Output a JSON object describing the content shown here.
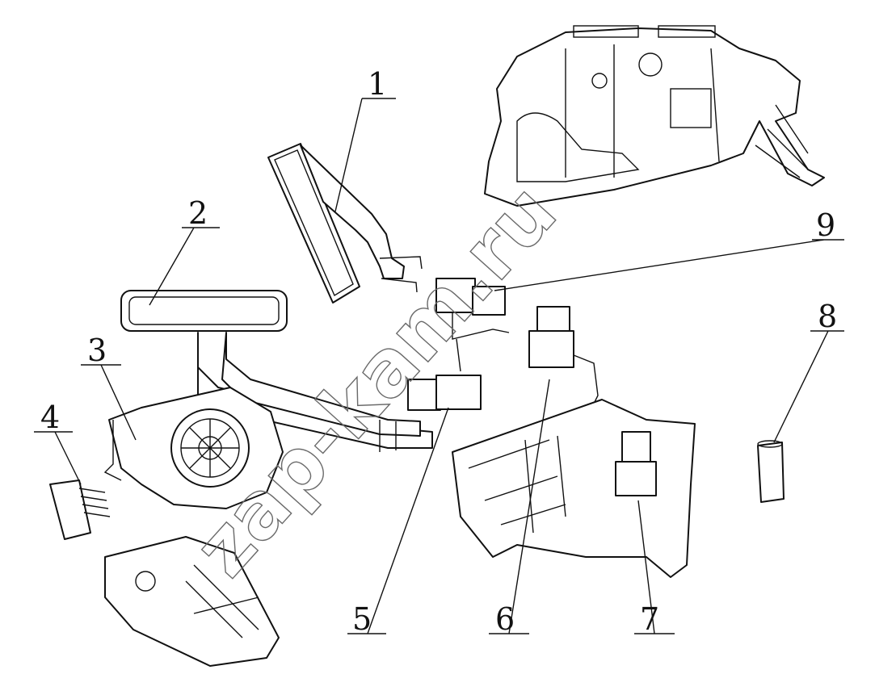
{
  "watermark": "zap-kam.ru",
  "callouts": [
    {
      "id": "1",
      "label": "1"
    },
    {
      "id": "2",
      "label": "2"
    },
    {
      "id": "3",
      "label": "3"
    },
    {
      "id": "4",
      "label": "4"
    },
    {
      "id": "5",
      "label": "5"
    },
    {
      "id": "6",
      "label": "6"
    },
    {
      "id": "7",
      "label": "7"
    },
    {
      "id": "8",
      "label": "8"
    },
    {
      "id": "9",
      "label": "9"
    }
  ],
  "colors": {
    "line": "#111111",
    "watermark": "#6a6a6a",
    "background": "#ffffff"
  }
}
